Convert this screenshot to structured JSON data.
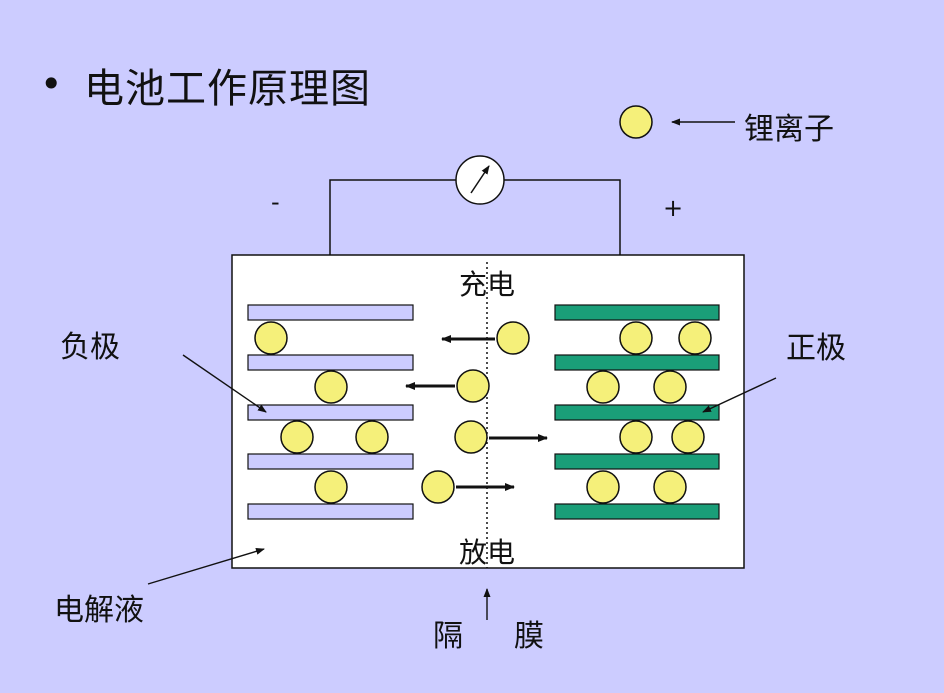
{
  "title": {
    "bullet": "•",
    "text": "电池工作原理图"
  },
  "legend": {
    "label": "锂离子"
  },
  "terminals": {
    "negative": "-",
    "positive": "+"
  },
  "labels": {
    "anode": "负极",
    "cathode": "正极",
    "electrolyte": "电解液",
    "charge": "充电",
    "discharge": "放电",
    "separator_left": "隔",
    "separator_right": "膜"
  },
  "colors": {
    "background": "#ccccff",
    "anode_plate": "#ccccff",
    "cathode_plate": "#1a9e78",
    "ion": "#f5f07a",
    "cell_fill": "#ffffff",
    "line": "#111111"
  },
  "icons": [
    "ammeter-icon",
    "arrow-icon"
  ]
}
